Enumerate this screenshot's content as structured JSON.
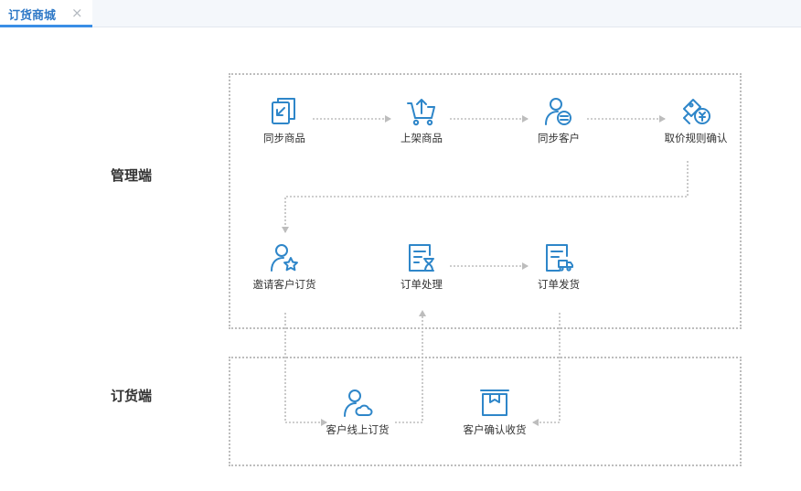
{
  "tab": {
    "label": "订货商城",
    "close": "×"
  },
  "regions": {
    "admin": {
      "label": "管理端"
    },
    "customer": {
      "label": "订货端"
    }
  },
  "steps": {
    "sync_products": "同步商品",
    "list_products": "上架商品",
    "sync_customers": "同步客户",
    "price_rules": "取价规则确认",
    "invite_customers": "邀请客户订货",
    "order_processing": "订单处理",
    "order_shipping": "订单发货",
    "customer_online_order": "客户线上订货",
    "customer_confirm_receipt": "客户确认收货"
  },
  "colors": {
    "icon": "#2e86c9",
    "connector": "#bdbdbd",
    "accent": "#3a8ee6"
  }
}
